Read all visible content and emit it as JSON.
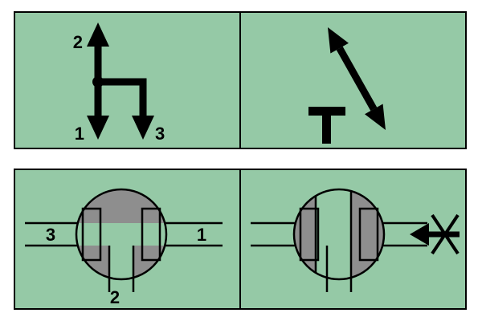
{
  "colors": {
    "page_bg": "#ffffff",
    "panel_bg": "#95c9a6",
    "outline": "#000000",
    "ball_gray": "#8e8e8e"
  },
  "flow_diagram": {
    "port_top": "2",
    "port_bottom_left": "1",
    "port_bottom_right": "3"
  },
  "handle_diagram": {
    "icons": [
      "diagonal-double-arrow-icon",
      "t-handle-icon"
    ]
  },
  "valve_section_t_port": {
    "port_left": "3",
    "port_right": "1",
    "port_bottom": "2"
  },
  "valve_section_closed": {
    "icons": [
      "no-flow-arrow-icon"
    ]
  }
}
